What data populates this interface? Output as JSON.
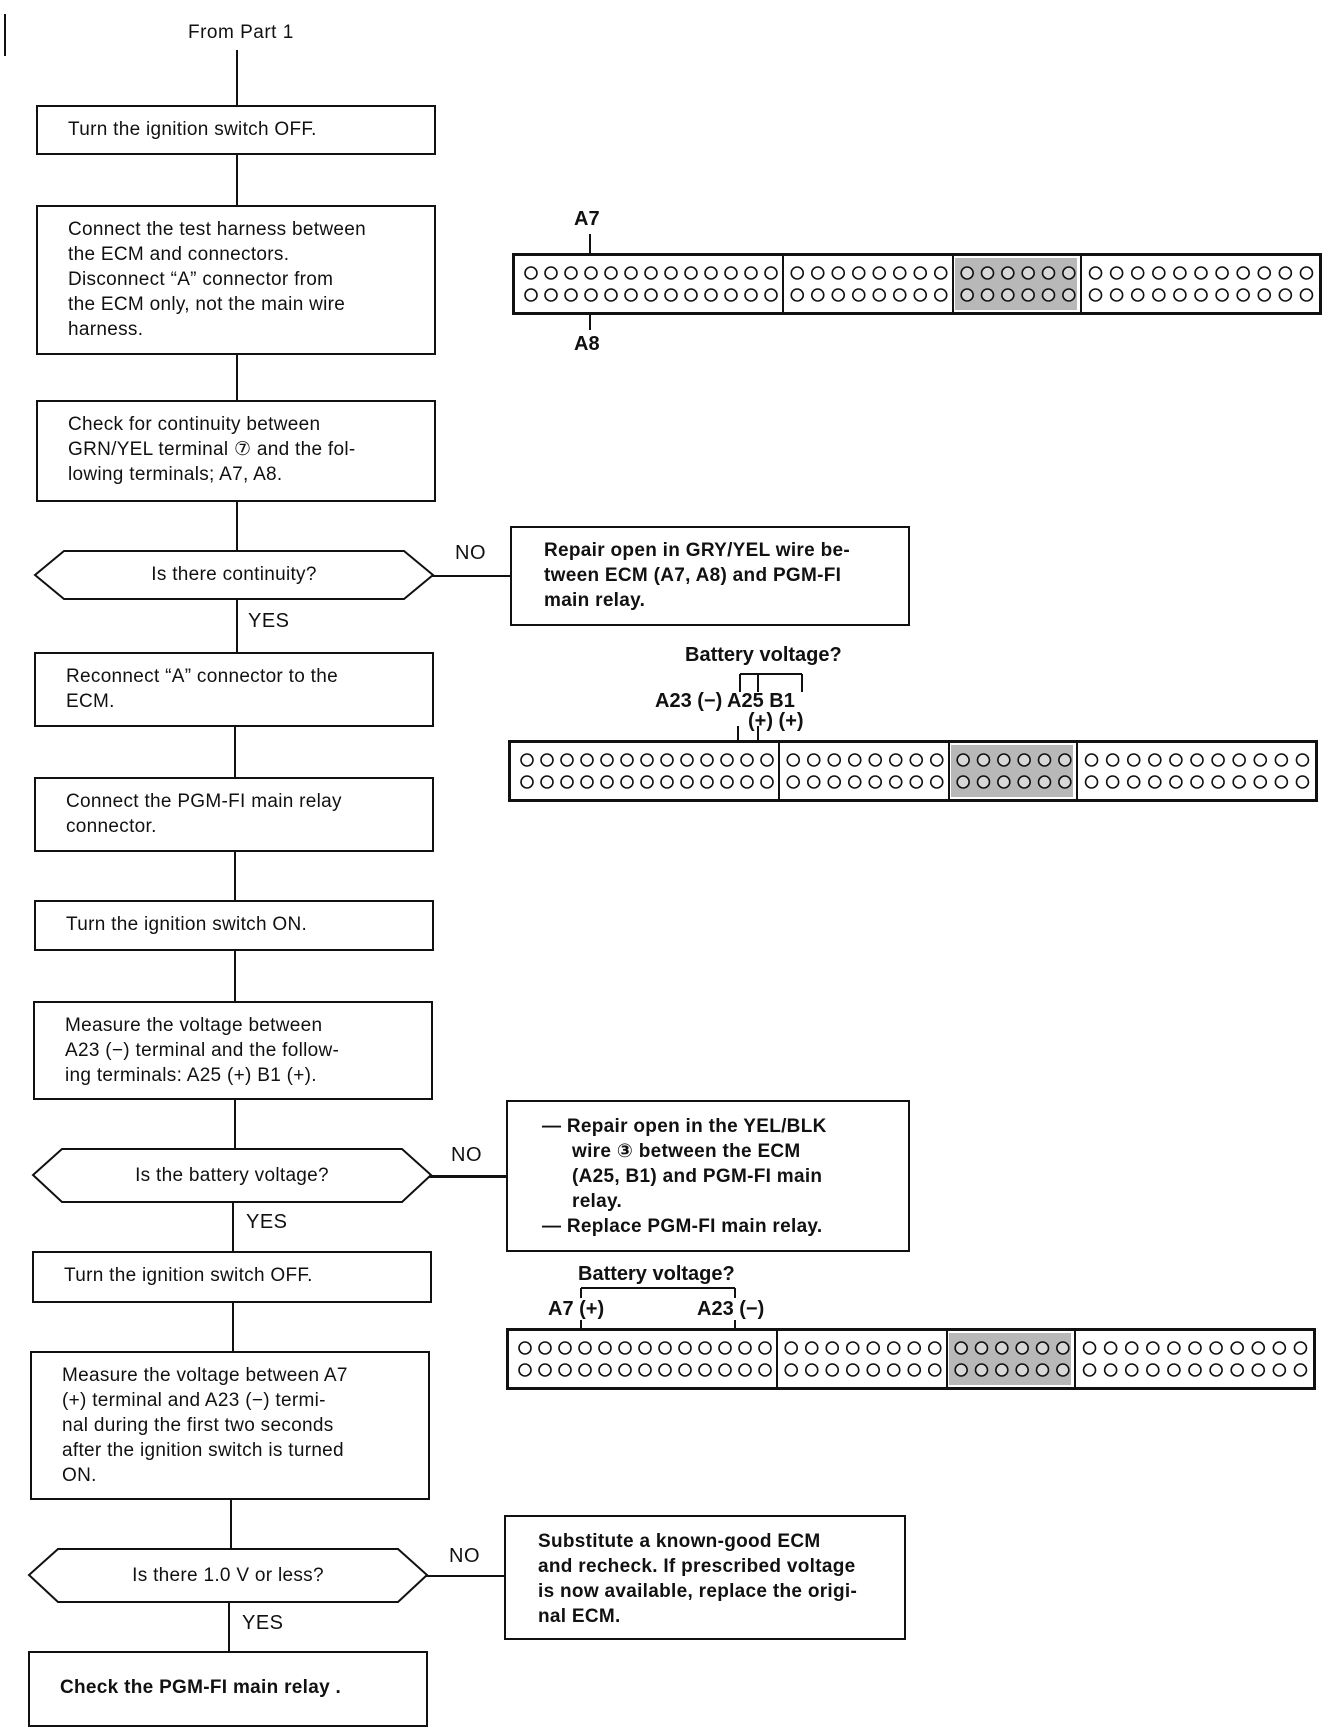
{
  "start_label": "From Part 1",
  "steps": [
    {
      "id": "s1",
      "lines": [
        "Turn the ignition switch OFF."
      ]
    },
    {
      "id": "s2",
      "lines": [
        "Connect the test harness between",
        "the ECM and connectors.",
        "Disconnect “A” connector from",
        "the ECM only, not the main wire",
        "harness."
      ]
    },
    {
      "id": "s3",
      "lines": [
        "Check for continuity between",
        "GRN/YEL terminal ⑦ and the fol-",
        "lowing terminals; A7, A8."
      ]
    },
    {
      "id": "s4",
      "lines": [
        "Reconnect “A” connector to the",
        "ECM."
      ]
    },
    {
      "id": "s5",
      "lines": [
        "Connect the PGM-FI main relay",
        "connector."
      ]
    },
    {
      "id": "s6",
      "lines": [
        "Turn the ignition switch ON."
      ]
    },
    {
      "id": "s7",
      "lines": [
        "Measure the voltage between",
        "A23 (−) terminal and the follow-",
        "ing terminals: A25 (+) B1 (+)."
      ]
    },
    {
      "id": "s8",
      "lines": [
        "Turn the ignition switch OFF."
      ]
    },
    {
      "id": "s9",
      "lines": [
        "Measure the voltage between A7",
        "(+) terminal and A23 (−) termi-",
        "nal during the first two seconds",
        "after the ignition switch is turned",
        "ON."
      ]
    },
    {
      "id": "s10",
      "lines": [
        "Check the PGM-FI main relay ."
      ]
    }
  ],
  "decisions": [
    {
      "id": "d1",
      "text": "Is there continuity?",
      "no": "NO",
      "yes": "YES"
    },
    {
      "id": "d2",
      "text": "Is the battery voltage?",
      "no": "NO",
      "yes": "YES"
    },
    {
      "id": "d3",
      "text": "Is there 1.0 V or less?",
      "no": "NO",
      "yes": "YES"
    }
  ],
  "results": [
    {
      "id": "r1",
      "lines": [
        "Repair open in GRY/YEL wire be-",
        "tween ECM (A7, A8) and PGM-FI",
        "main relay."
      ]
    },
    {
      "id": "r2",
      "lines": [
        "— Repair open in the YEL/BLK",
        "wire ③ between the ECM",
        "(A25, B1) and PGM-FI main",
        "relay.",
        "— Replace PGM-FI main relay."
      ]
    },
    {
      "id": "r3",
      "lines": [
        "Substitute a known-good ECM",
        "and recheck. If prescribed voltage",
        "is now available, replace the origi-",
        "nal ECM."
      ]
    }
  ],
  "connectors": [
    {
      "id": "c1",
      "labels": {
        "top": "A7",
        "bottom": "A8"
      }
    },
    {
      "id": "c2",
      "labels": {
        "title": "Battery voltage?",
        "pins": "A23 (−) A25 B1",
        "signs": "(+) (+)"
      }
    },
    {
      "id": "c3",
      "labels": {
        "title": "Battery voltage?",
        "pin_left": "A7 (+)",
        "pin_right": "A23 (−)"
      }
    }
  ],
  "colors": {
    "ink": "#111111",
    "paper": "#ffffff",
    "shaded_block": "#b8b8b8"
  }
}
